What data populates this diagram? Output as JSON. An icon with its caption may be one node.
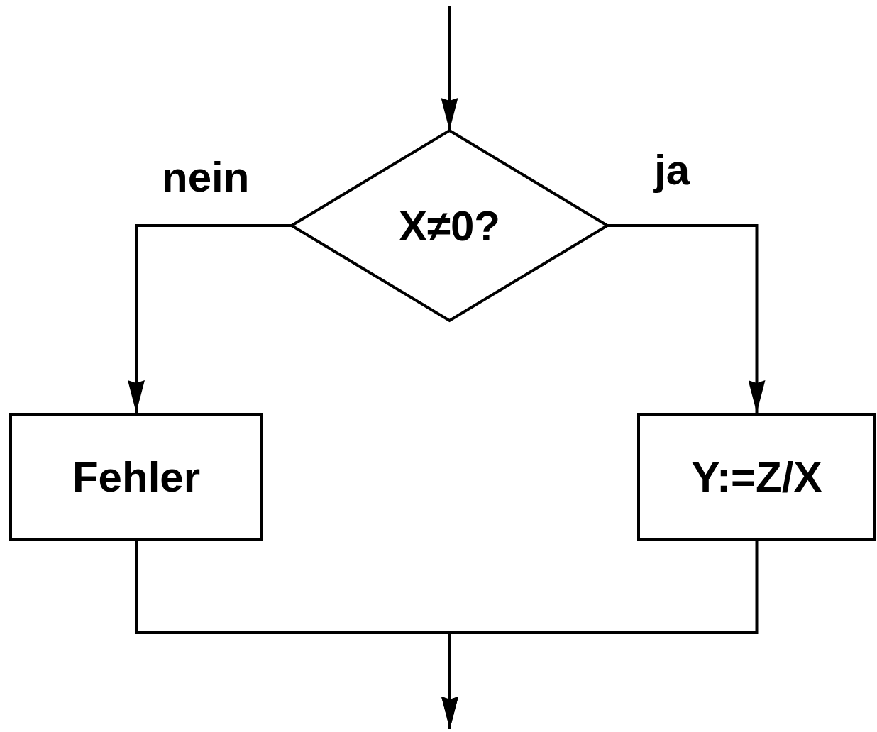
{
  "diagram": {
    "nodes": [
      {
        "text": [
          "X≠0?"
        ]
      },
      {
        "text": [
          "Fehler"
        ]
      },
      {
        "text": [
          "Y:=Z/X"
        ]
      }
    ],
    "edges": [
      {
        "from": null,
        "to": 0,
        "arrow": "to"
      },
      {
        "from": 0,
        "to": 1,
        "arrow": "to",
        "label": "nein"
      },
      {
        "from": 0,
        "to": 2,
        "arrow": "to",
        "label": "ja"
      },
      {
        "from": 1,
        "to": null,
        "arrow": "to"
      },
      {
        "from": 2,
        "to": null,
        "arrow": "to"
      }
    ]
  }
}
